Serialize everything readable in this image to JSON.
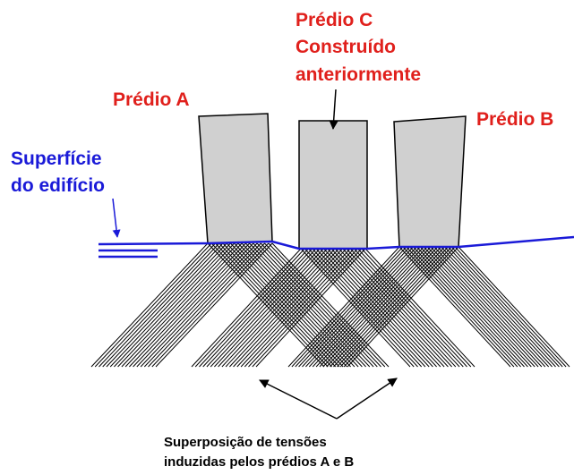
{
  "labels": {
    "building_c_line1": "Prédio C",
    "building_c_line2": "Construído",
    "building_c_line3": "anteriormente",
    "building_a": "Prédio A",
    "building_b": "Prédio B",
    "surface_line1": "Superfície",
    "surface_line2": "do edifício",
    "caption_line1": "Superposição de tensões",
    "caption_line2": "induzidas pelos prédios A e B"
  },
  "colors": {
    "label_red": "#e0201c",
    "surface_blue": "#1a1ad8",
    "building_fill": "#d0d0d0",
    "stress_lines": "#000000"
  }
}
